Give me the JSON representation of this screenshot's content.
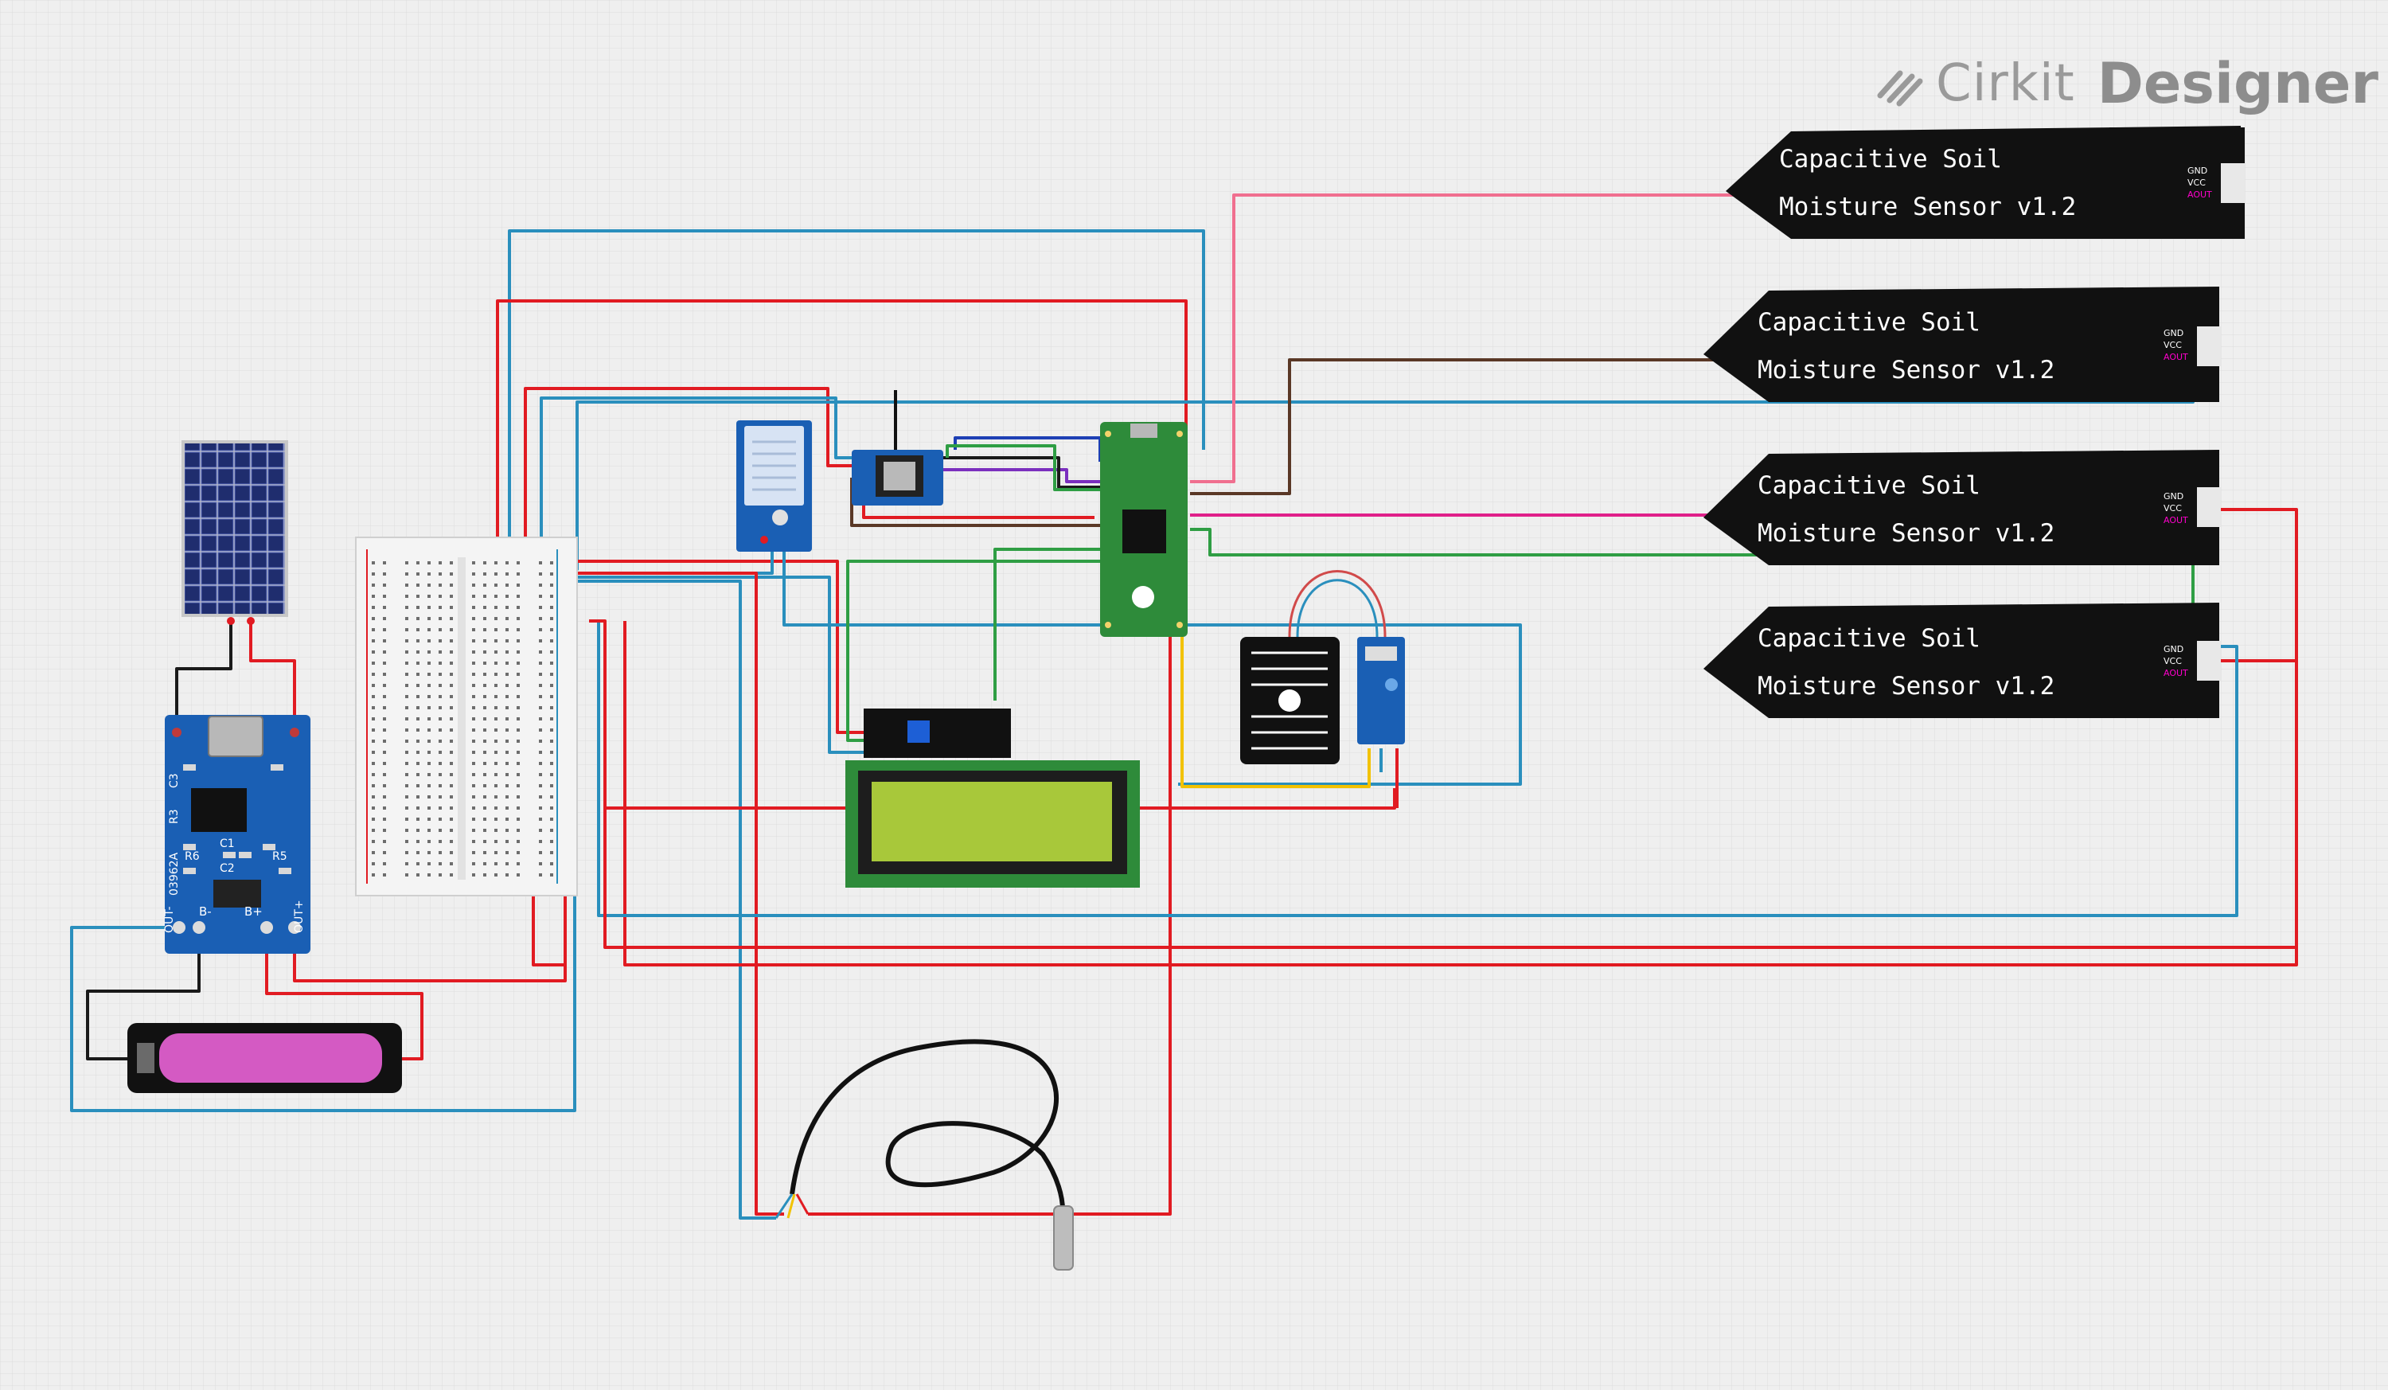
{
  "brand": {
    "logo_text": "Cirkit",
    "product_text": "Designer"
  },
  "soil_sensors": [
    {
      "line1": "Capacitive Soil",
      "line2": "Moisture Sensor v1.2"
    },
    {
      "line1": "Capacitive Soil",
      "line2": "Moisture Sensor v1.2"
    },
    {
      "line1": "Capacitive Soil",
      "line2": "Moisture Sensor v1.2"
    },
    {
      "line1": "Capacitive Soil",
      "line2": "Moisture Sensor v1.2"
    }
  ],
  "soil_pin_labels": [
    "GND",
    "VCC",
    "AOUT"
  ],
  "charger_labels": [
    "OUT-",
    "B-",
    "B+",
    "OUT+",
    "R6",
    "C1",
    "C2",
    "R5",
    "03962A",
    "R3",
    "C3"
  ],
  "colors": {
    "background": "#efefef",
    "grid": "#dcdcdc",
    "wire_red": "#e11b22",
    "wire_blue": "#2a8fbd",
    "wire_black": "#1a1a1a",
    "wire_pink": "#f06f8f",
    "wire_brown": "#5a3826",
    "wire_green": "#2f9e44",
    "wire_magenta": "#e0208a",
    "wire_yellow": "#f2c200",
    "wire_purple": "#7b2fbe",
    "pcb_blue": "#1a5fb4",
    "pico_green": "#2e8b3a",
    "lcd_screen": "#a8c83a",
    "battery_pink": "#d45ac3"
  }
}
